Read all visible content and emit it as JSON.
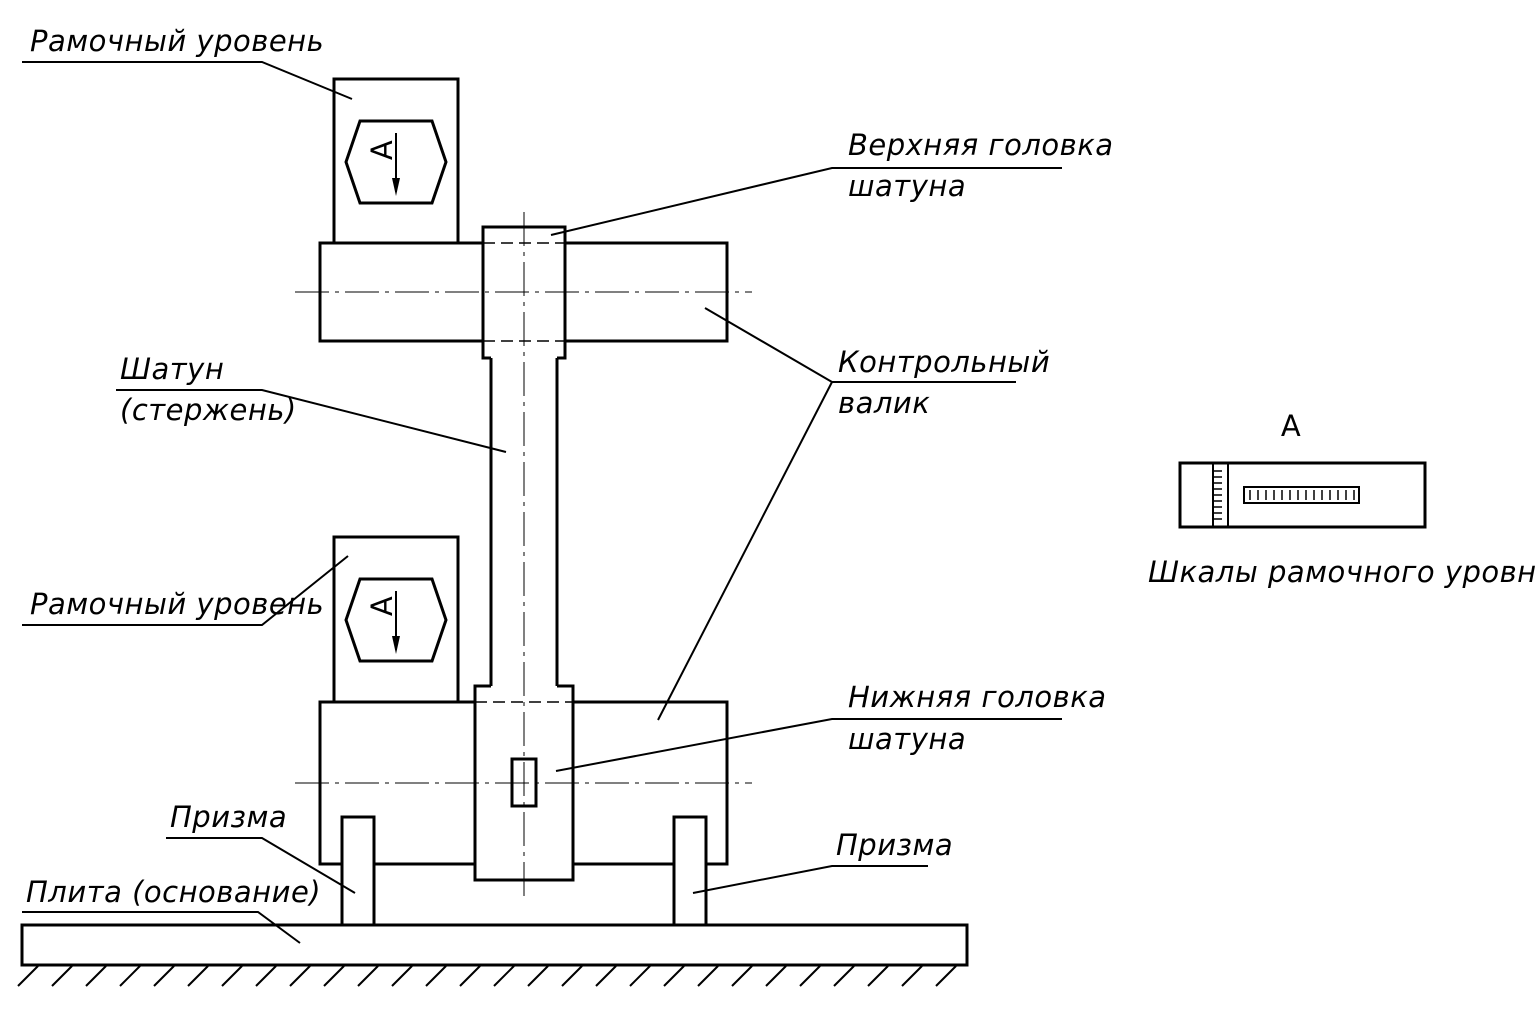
{
  "labels": {
    "frame_level_top": "Рамочный уровень",
    "frame_level_bottom": "Рамочный уровень",
    "upper_head_line1": "Верхняя головка",
    "upper_head_line2": "шатуна",
    "rod_line1": "Шатун",
    "rod_line2": "(стержень)",
    "control_shaft_line1": "Контрольный",
    "control_shaft_line2": "валик",
    "lower_head_line1": "Нижняя головка",
    "lower_head_line2": "шатуна",
    "prism_left": "Призма",
    "prism_right": "Призма",
    "plate": "Плита (основание)",
    "view_mark": "А",
    "level_view_mark_top": "А",
    "level_view_mark_bottom": "А",
    "scales_caption": "Шкалы рамочного уровня"
  }
}
